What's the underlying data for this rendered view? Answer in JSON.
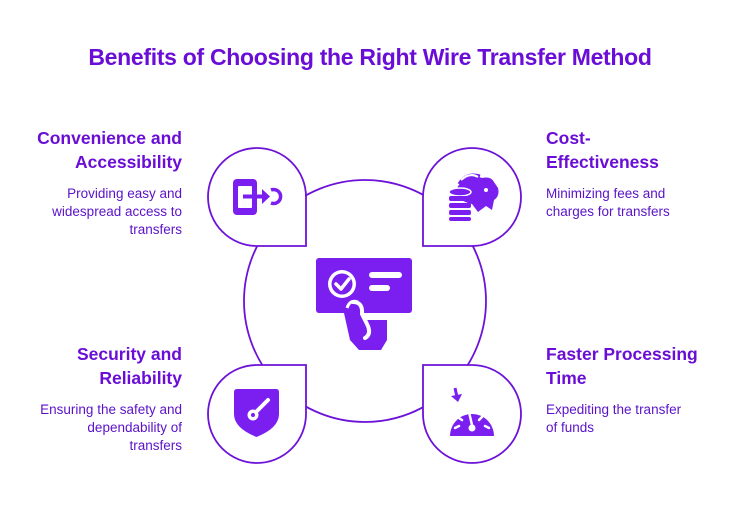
{
  "title": "Benefits of Choosing the Right Wire Transfer Method",
  "colors": {
    "accent": "#7a1fef",
    "title": "#6a0dd6",
    "stroke": "#6d12d8",
    "background": "#ffffff"
  },
  "center": {
    "icon": "touch-selection-card-icon"
  },
  "benefits": [
    {
      "position": "top-left",
      "heading_line1": "Convenience and",
      "heading_line2": "Accessibility",
      "desc_line1": "Providing easy and",
      "desc_line2": "widespread access to",
      "desc_line3": "transfers",
      "icon": "mobile-transfer-icon"
    },
    {
      "position": "top-right",
      "heading_line1": "Cost-",
      "heading_line2": "Effectiveness",
      "desc_line1": "Minimizing fees and",
      "desc_line2": "charges for transfers",
      "icon": "piggy-bank-coins-icon"
    },
    {
      "position": "bottom-left",
      "heading_line1": "Security and",
      "heading_line2": "Reliability",
      "desc_line1": "Ensuring the safety and",
      "desc_line2": "dependability of",
      "desc_line3": "transfers",
      "icon": "shield-key-icon"
    },
    {
      "position": "bottom-right",
      "heading_line1": "Faster Processing",
      "heading_line2": "Time",
      "desc_line1": "Expediting the transfer",
      "desc_line2": "of funds",
      "icon": "speedometer-icon"
    }
  ]
}
